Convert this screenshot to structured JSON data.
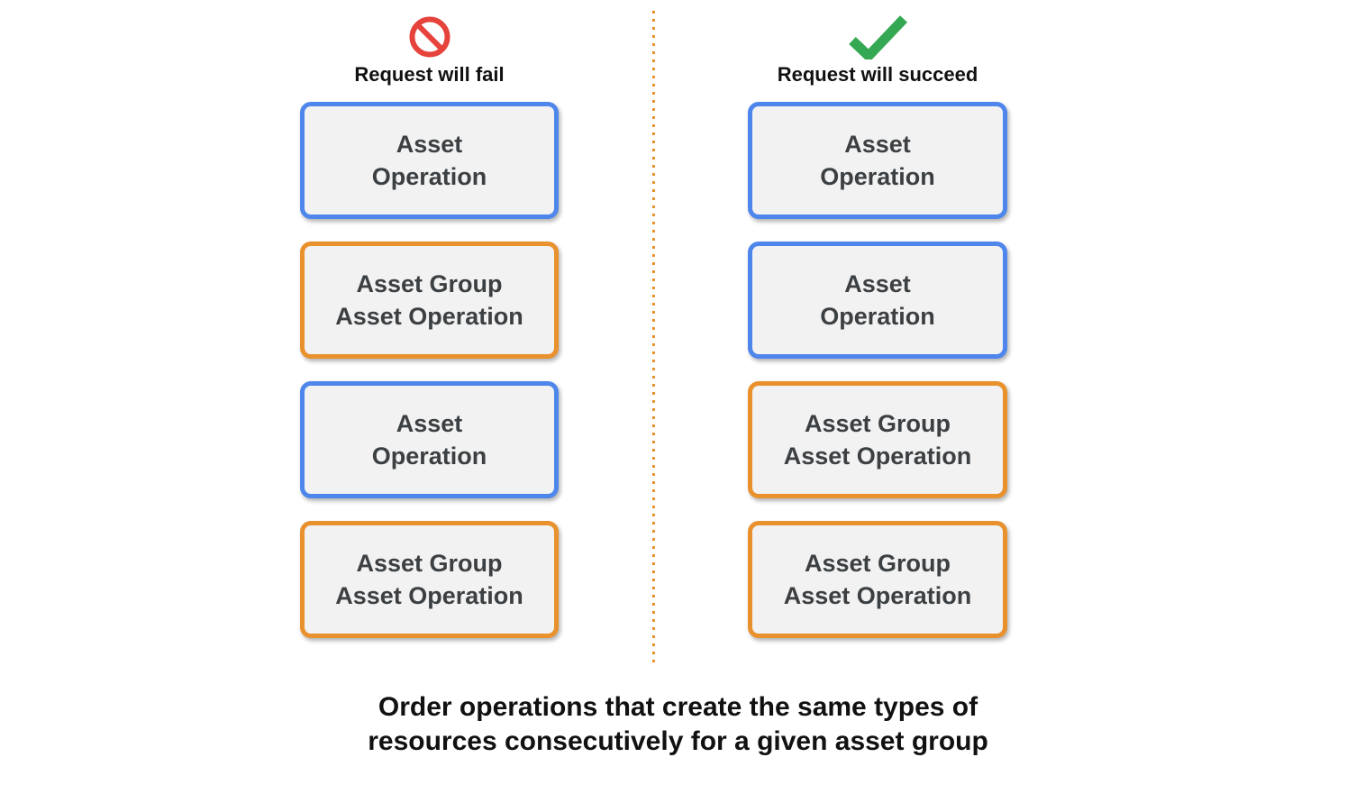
{
  "colors": {
    "blue": "#4e86ec",
    "orange": "#e8912d",
    "red": "#e5433c",
    "green": "#34a853",
    "box_bg": "#f2f2f2",
    "box_text": "#3c4043",
    "heading_text": "#111111",
    "divider": "#e8912d"
  },
  "columns": {
    "fail": {
      "header": {
        "icon": "prohibited-icon",
        "label": "Request will fail"
      },
      "boxes": [
        {
          "line1": "Asset",
          "line2": "Operation",
          "type": "blue"
        },
        {
          "line1": "Asset Group",
          "line2": "Asset Operation",
          "type": "orange"
        },
        {
          "line1": "Asset",
          "line2": "Operation",
          "type": "blue"
        },
        {
          "line1": "Asset Group",
          "line2": "Asset Operation",
          "type": "orange"
        }
      ]
    },
    "succeed": {
      "header": {
        "icon": "check-icon",
        "label": "Request will succeed"
      },
      "boxes": [
        {
          "line1": "Asset",
          "line2": "Operation",
          "type": "blue"
        },
        {
          "line1": "Asset",
          "line2": "Operation",
          "type": "blue"
        },
        {
          "line1": "Asset Group",
          "line2": "Asset Operation",
          "type": "orange"
        },
        {
          "line1": "Asset Group",
          "line2": "Asset Operation",
          "type": "orange"
        }
      ]
    }
  },
  "caption": {
    "line1": "Order operations that create the same types of",
    "line2": "resources consecutively for a given asset group"
  }
}
